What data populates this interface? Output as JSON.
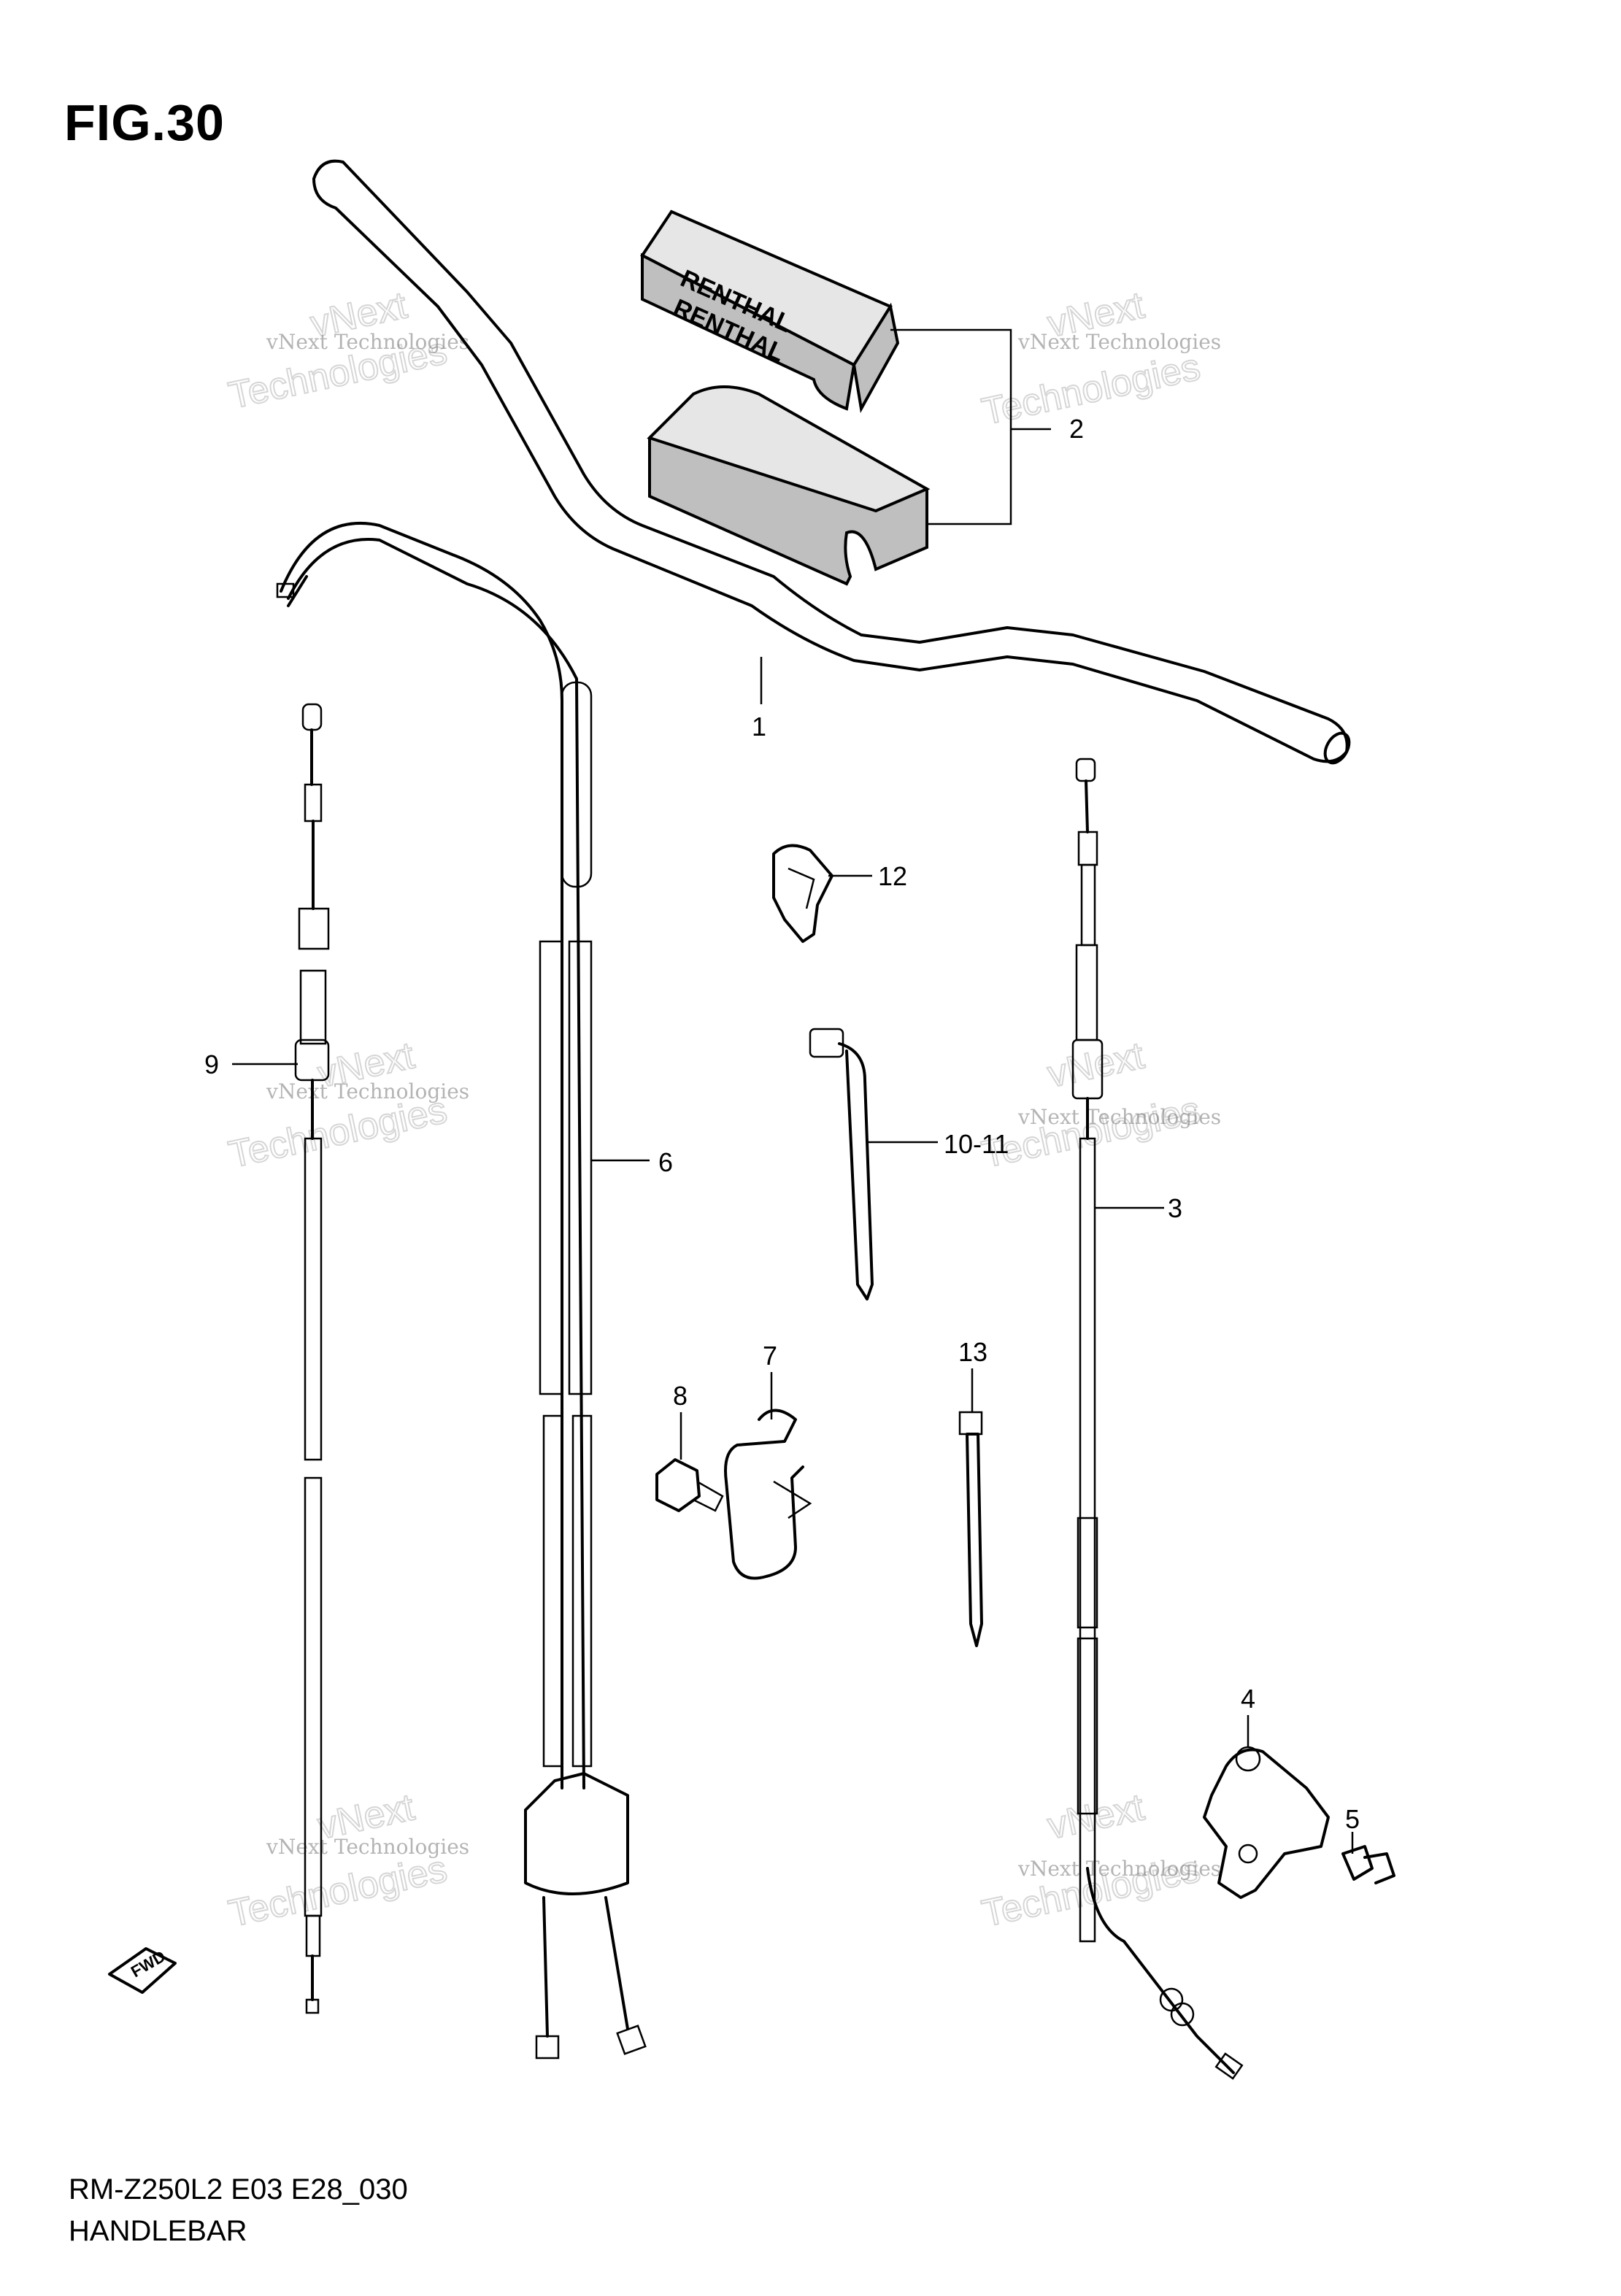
{
  "figure": {
    "title": "FIG.30",
    "model_code": "RM-Z250L2 E03 E28_030",
    "section_name": "HANDLEBAR"
  },
  "brand_text": [
    "RENTHAL",
    "RENTHAL"
  ],
  "direction_arrow": "FWD",
  "watermark": {
    "line1": "vNext Technologies",
    "line2": "vNext",
    "line3": "Technologies"
  },
  "callouts": [
    "1",
    "2",
    "3",
    "4",
    "5",
    "6",
    "7",
    "8",
    "9",
    "10-11",
    "12",
    "13"
  ]
}
